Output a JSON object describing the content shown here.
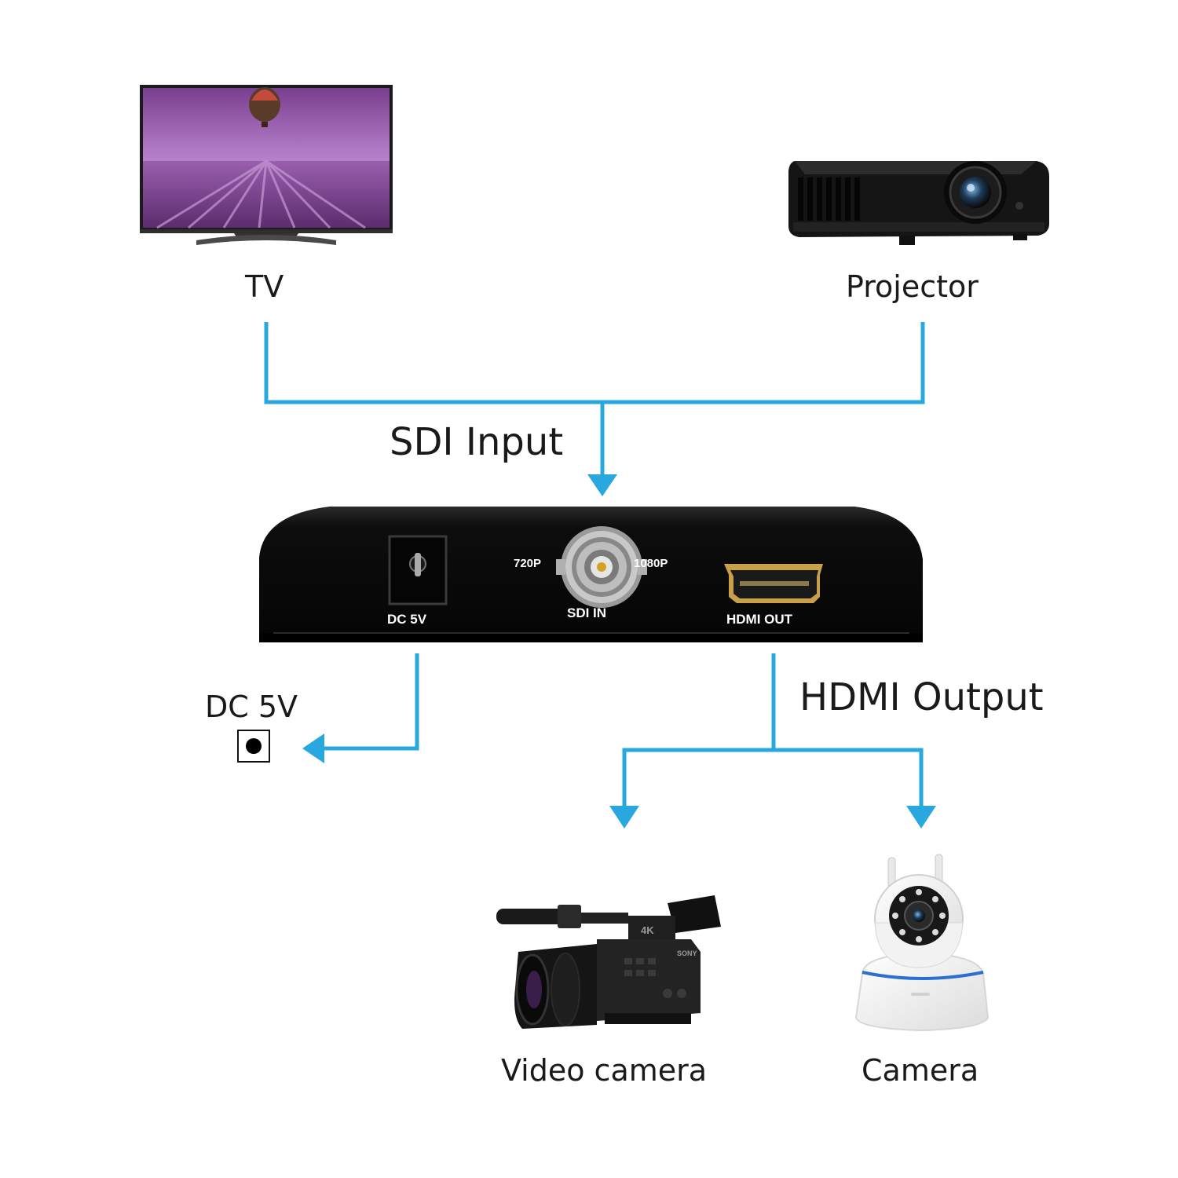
{
  "colors": {
    "connector": "#29A8E0",
    "device_body": "#0d0d0d"
  },
  "nodes": {
    "tv": {
      "label": "TV",
      "icon": "tv-icon"
    },
    "projector": {
      "label": "Projector",
      "icon": "projector-icon"
    },
    "video_camera": {
      "label": "Video camera",
      "icon": "video-camera-icon"
    },
    "camera": {
      "label": "Camera",
      "icon": "ip-camera-icon"
    },
    "dc_power": {
      "label": "DC 5V",
      "icon": "dc-jack-icon"
    }
  },
  "edge_labels": {
    "sdi_input": "SDI Input",
    "hdmi_output": "HDMI Output"
  },
  "converter": {
    "icon": "sdi-to-hdmi-converter-icon",
    "port_dc": "DC 5V",
    "port_sdi": "SDI IN",
    "port_hdmi": "HDMI OUT",
    "res_left": "720P",
    "res_right": "1080P"
  },
  "camcorder_marks": {
    "k4": "4K",
    "brand": "SONY"
  }
}
